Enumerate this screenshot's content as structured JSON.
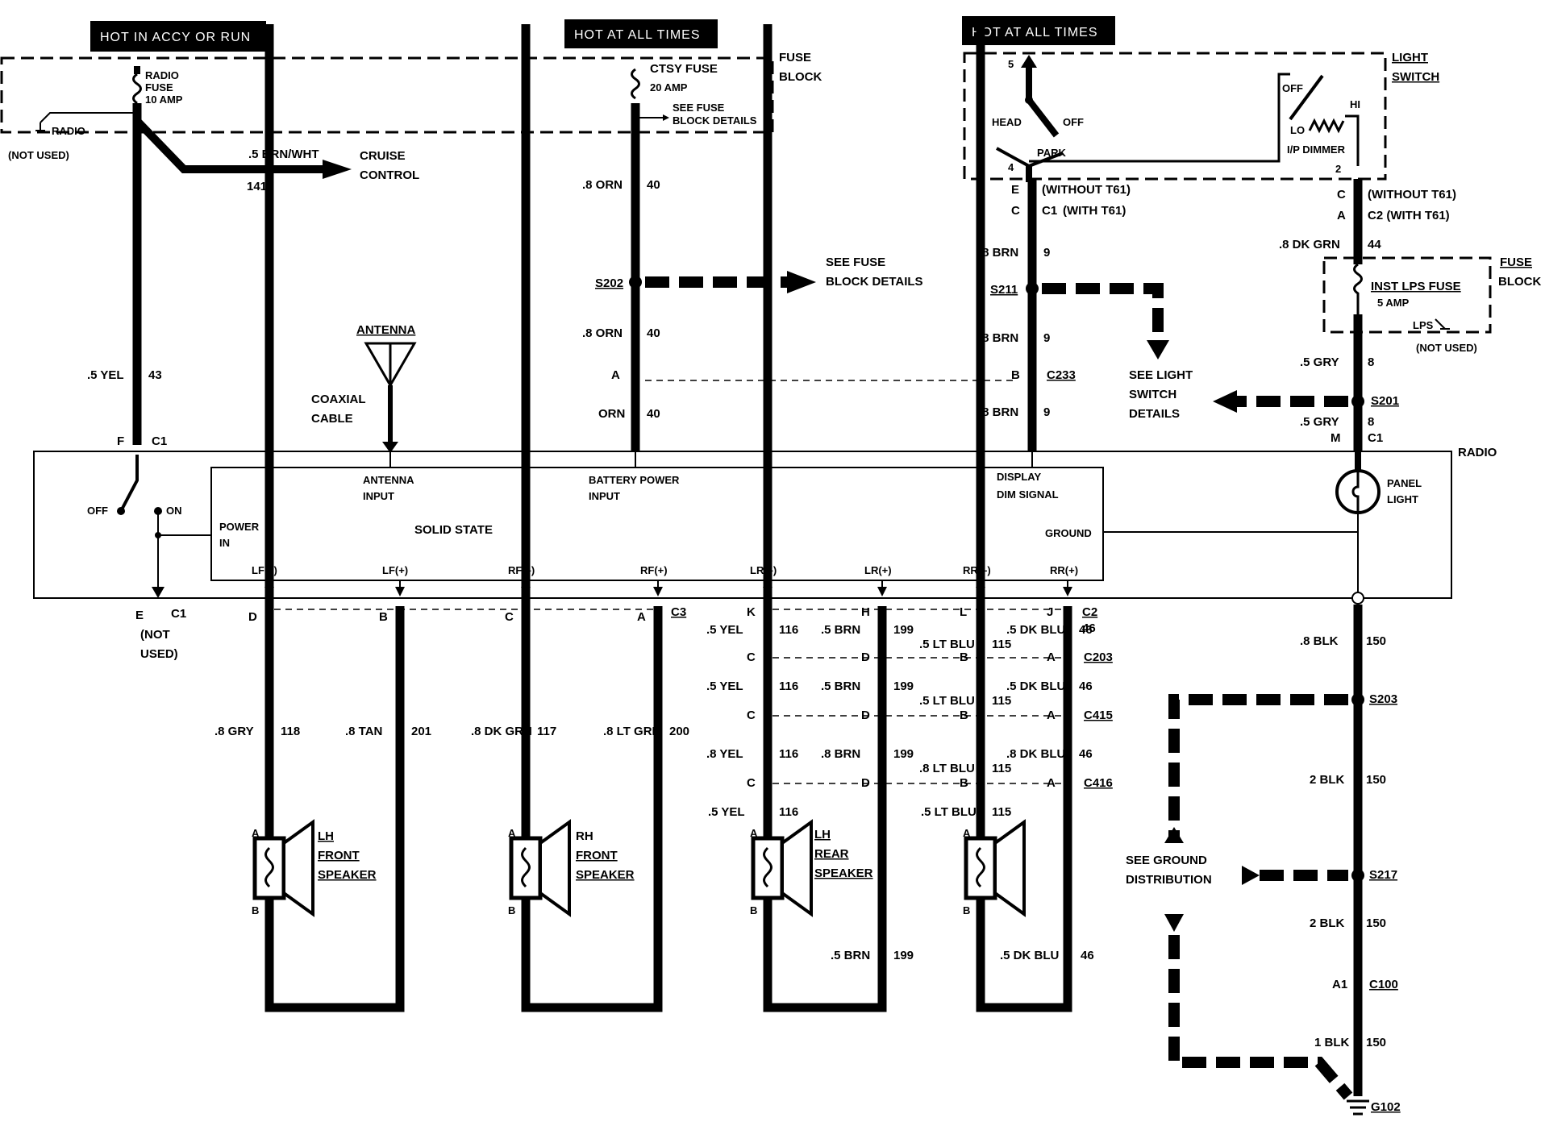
{
  "banners": {
    "accy_run": "HOT IN ACCY OR RUN",
    "hot1": "HOT AT ALL TIMES",
    "hot2": "HOT AT ALL TIMES"
  },
  "fuse_block_left": {
    "radio_fuse": [
      "RADIO",
      "FUSE",
      "10 AMP"
    ],
    "radio": "RADIO",
    "not_used": "(NOT USED)",
    "ctsy": "CTSY FUSE",
    "ctsy_amp": "20 AMP",
    "see_fuse": [
      "SEE FUSE",
      "BLOCK DETAILS"
    ],
    "title": [
      "FUSE",
      "BLOCK"
    ]
  },
  "cruise": {
    "wire": ".5 BRN/WHT",
    "circuit": "141",
    "label": [
      "CRUISE",
      "CONTROL"
    ]
  },
  "battery_feed": {
    "w1": ".8 ORN",
    "c1": "40",
    "splice": "S202",
    "see": [
      "SEE FUSE",
      "BLOCK DETAILS"
    ],
    "w2": ".8 ORN",
    "c2": "40",
    "conn": "A",
    "w3": "ORN",
    "c3": "40"
  },
  "antenna": {
    "title": "ANTENNA",
    "coax": [
      "COAXIAL",
      "CABLE"
    ]
  },
  "left_feed": {
    "wire": ".5 YEL",
    "circuit": "43",
    "pin": "F",
    "conn": "C1"
  },
  "light_switch": {
    "title": [
      "LIGHT",
      "SWITCH"
    ],
    "pin5": "5",
    "head": "HEAD",
    "off": "OFF",
    "park": "PARK",
    "pin4": "4",
    "off2": "OFF",
    "lo": "LO",
    "hi": "HI",
    "dimmer": "I/P DIMMER",
    "pin2": "2"
  },
  "dim_feed": {
    "e": "E",
    "without": "(WITHOUT T61)",
    "c": "C",
    "c1": "C1",
    "with": "(WITH T61)",
    "w1": ".8 BRN",
    "c_1": "9",
    "splice": "S211",
    "w2": ".8 BRN",
    "c_2": "9",
    "b": "B",
    "conn": "C233",
    "see": [
      "SEE LIGHT",
      "SWITCH",
      "DETAILS"
    ],
    "w3": ".8 BRN",
    "c_3": "9"
  },
  "panel_feed": {
    "c": "C",
    "without": "(WITHOUT T61)",
    "a": "A",
    "c2": "C2 (WITH T61)",
    "w1": ".8 DK GRN",
    "c_1": "44",
    "fuse_title": [
      "FUSE",
      "BLOCK"
    ],
    "fuse": "INST LPS FUSE",
    "amp": "5 AMP",
    "lps": "LPS",
    "not_used": "(NOT USED)",
    "w2": ".5 GRY",
    "c_2": "8",
    "splice": "S201",
    "w3": ".5 GRY",
    "c_3": "8",
    "m": "M",
    "conn": "C1"
  },
  "radio": {
    "title": "RADIO",
    "solid_state": "SOLID STATE",
    "antenna_input": [
      "ANTENNA",
      "INPUT"
    ],
    "battery": [
      "BATTERY POWER",
      "INPUT"
    ],
    "display": [
      "DISPLAY",
      "DIM SIGNAL"
    ],
    "power_in": [
      "POWER",
      "IN"
    ],
    "ground": "GROUND",
    "off": "OFF",
    "on": "ON",
    "panel_light": [
      "PANEL",
      "LIGHT"
    ],
    "outputs": [
      "LF(–)",
      "LF(+)",
      "RF(–)",
      "RF(+)",
      "LR(–)",
      "LR(+)",
      "RR(–)",
      "RR(+)"
    ],
    "e": "E",
    "c1": "C1",
    "not_used": [
      "(NOT",
      "USED)"
    ]
  },
  "front_speakers": {
    "pins": [
      "D",
      "B",
      "C",
      "A"
    ],
    "conn": "C3",
    "wires": [
      ".8 GRY",
      ".8 TAN",
      ".8 DK GRN",
      ".8 LT GRN"
    ],
    "circuits": [
      "118",
      "201",
      "117",
      "200"
    ],
    "lh": [
      "LH",
      "FRONT",
      "SPEAKER"
    ],
    "rh": [
      "RH",
      "FRONT",
      "SPEAKER"
    ],
    "a": "A",
    "b": "B"
  },
  "rear_speakers": {
    "pins": [
      "K",
      "H",
      "L",
      "J"
    ],
    "conn": "C2",
    "c2_circuit": "46",
    "rows": [
      {
        "wires": [
          ".5 YEL",
          ".5 BRN",
          ".5 LT BLU",
          ".5 DK BLU"
        ],
        "circuits": [
          "116",
          "199",
          "115",
          "46"
        ]
      },
      {
        "pins": [
          "C",
          "D",
          "B",
          "A"
        ],
        "conn": "C203"
      },
      {
        "wires": [
          ".5 YEL",
          ".5 BRN",
          ".5 LT BLU",
          ".5 DK BLU"
        ],
        "circuits": [
          "116",
          "199",
          "115",
          "46"
        ]
      },
      {
        "pins": [
          "C",
          "D",
          "B",
          "A"
        ],
        "conn": "C415"
      },
      {
        "wires": [
          ".8 YEL",
          ".8 BRN",
          ".8 LT BLU",
          ".8 DK BLU"
        ],
        "circuits": [
          "116",
          "199",
          "115",
          "46"
        ]
      },
      {
        "pins": [
          "C",
          "D",
          "B",
          "A"
        ],
        "conn": "C416"
      },
      {
        "wires": [
          ".5 YEL",
          ".5 LT BLU"
        ],
        "circuits": [
          "116",
          "115"
        ]
      }
    ],
    "lh": [
      "LH",
      "REAR",
      "SPEAKER"
    ],
    "bottom": [
      ".5 BRN",
      "199",
      ".5 DK BLU",
      "46"
    ],
    "a": "A",
    "b": "B"
  },
  "ground": {
    "w1": ".8 BLK",
    "c1": "150",
    "s203": "S203",
    "w2": "2 BLK",
    "c2": "150",
    "see": [
      "SEE GROUND",
      "DISTRIBUTION"
    ],
    "s217": "S217",
    "w3": "2 BLK",
    "c3": "150",
    "a1": "A1",
    "c100": "C100",
    "w4": "1 BLK",
    "c4": "150",
    "g": "G102"
  }
}
